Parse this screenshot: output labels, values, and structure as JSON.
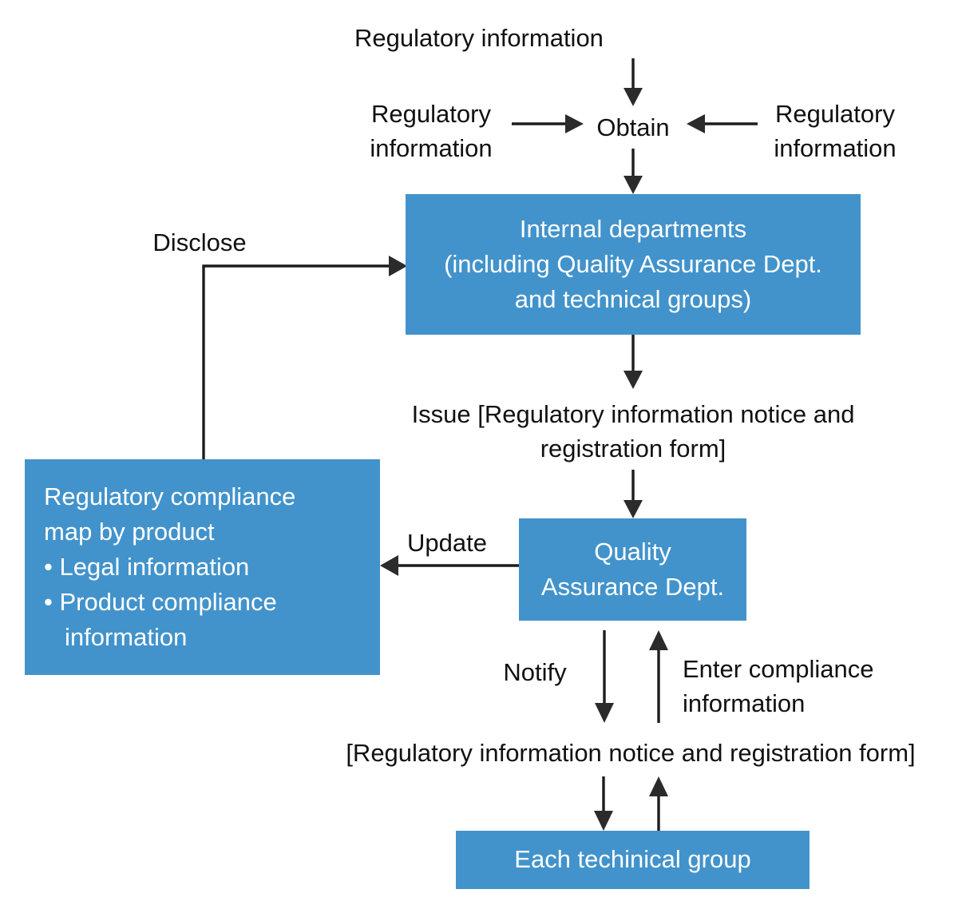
{
  "diagram": {
    "type": "flowchart",
    "title": "Regulatory information handling flow",
    "accent_color": "#4293cb",
    "text_on_accent": "#ffffff",
    "edge_color": "#1d1d1d",
    "background": "#ffffff"
  },
  "labels": {
    "top_source": "Regulatory information",
    "left_source_line1": "Regulatory",
    "left_source_line2": "information",
    "right_source_line1": "Regulatory",
    "right_source_line2": "information",
    "obtain": "Obtain",
    "disclose": "Disclose",
    "issue_line1": "Issue [Regulatory information notice and",
    "issue_line2": "registration form]",
    "update": "Update",
    "notify": "Notify",
    "enter_line1": "Enter compliance",
    "enter_line2": "information",
    "notice_form": "[Regulatory information notice and registration form]"
  },
  "nodes": {
    "internal_departments": {
      "line1": "Internal departments",
      "line2": "(including Quality Assurance Dept.",
      "line3": "and technical groups)"
    },
    "compliance_map": {
      "line1": "Regulatory compliance",
      "line2": "map by product",
      "bullet1": "Legal information",
      "bullet2_a": "Product compliance",
      "bullet2_b": "information",
      "bullet_glyph": "•"
    },
    "quality_assurance": {
      "line1": "Quality",
      "line2": "Assurance Dept."
    },
    "technical_group": {
      "line1": "Each techinical group"
    }
  }
}
